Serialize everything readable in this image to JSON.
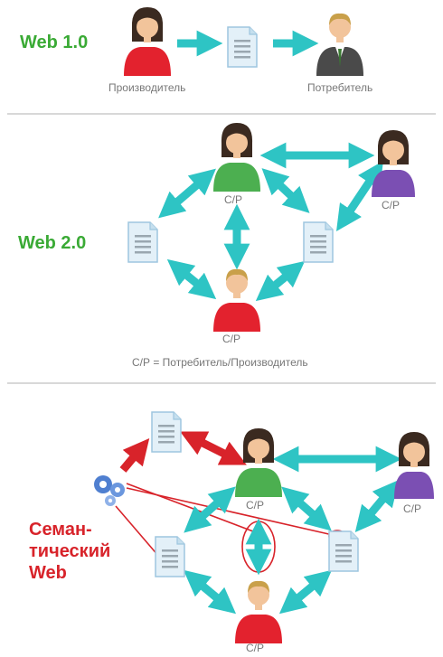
{
  "sections": {
    "web1": {
      "title": "Web 1.0",
      "producer_label": "Производитель",
      "consumer_label": "Потребитель"
    },
    "web2": {
      "title": "Web 2.0",
      "node_label": "С/Р",
      "legend": "С/Р = Потребитель/Производитель"
    },
    "semantic": {
      "title_line1": "Семан-",
      "title_line2": "тический",
      "title_line3": "Web",
      "node_label": "С/Р"
    }
  },
  "colors": {
    "arrow_teal": "#2ec4c4",
    "arrow_red": "#d8232a",
    "title_green": "#3aaa35",
    "title_red": "#d8232a",
    "person_red": "#e3222e",
    "person_green": "#4caf50",
    "person_purple": "#7b4fb3",
    "person_darkgreen": "#3b7a33",
    "document_blue": "#cfe5f3",
    "gear_blue": "#4f7fd0",
    "divider": "#cccccc"
  }
}
